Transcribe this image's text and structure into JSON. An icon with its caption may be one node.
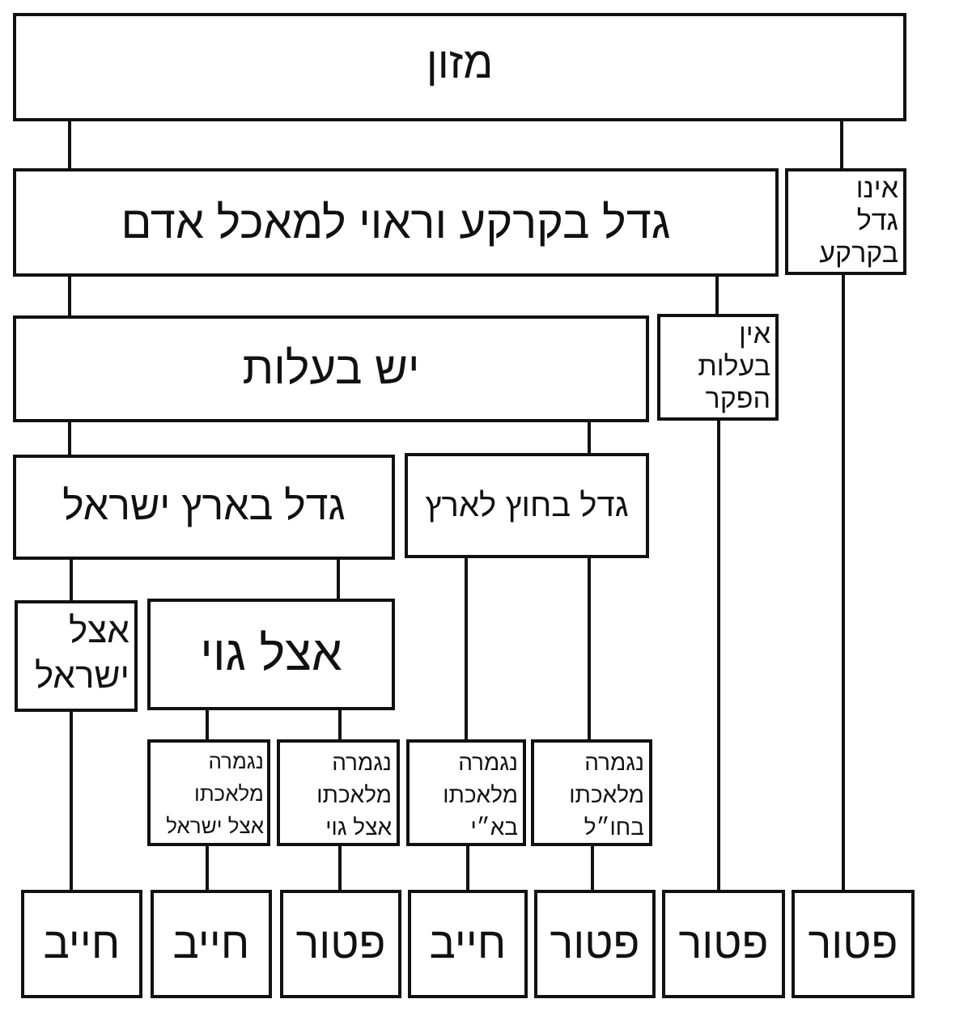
{
  "diagram": {
    "nodes": [
      {
        "text": [
          "מזון"
        ]
      },
      {
        "text": [
          "אינו גדל בקרקע"
        ]
      },
      {
        "text": [
          "גדל בקרקע וראוי למאכל אדם"
        ]
      },
      {
        "text": [
          "אין בעלות הפקר"
        ]
      },
      {
        "text": [
          "יש בעלות"
        ]
      },
      {
        "text": [
          "גדל בחוץ לארץ"
        ]
      },
      {
        "text": [
          "גדל בארץ ישראל"
        ]
      },
      {
        "text": [
          "אצל גוי"
        ]
      },
      {
        "text": [
          "אצל ישראל"
        ]
      },
      {
        "text": [
          "נגמרה מלאכתו בחו״ל"
        ]
      },
      {
        "text": [
          "נגמרה מלאכתו בא״י"
        ]
      },
      {
        "text": [
          "נגמרה מלאכתו אצל גוי"
        ]
      },
      {
        "text": [
          "נגמרה מלאכתו אצל ישראל"
        ]
      },
      {
        "text": [
          "פטור"
        ]
      },
      {
        "text": [
          "פטור"
        ]
      },
      {
        "text": [
          "פטור"
        ]
      },
      {
        "text": [
          "חייב"
        ]
      },
      {
        "text": [
          "פטור"
        ]
      },
      {
        "text": [
          "חייב"
        ]
      },
      {
        "text": [
          "חייב"
        ]
      }
    ],
    "edges": [
      {
        "from": 0,
        "to": 2,
        "arrow": "none"
      },
      {
        "from": 0,
        "to": 1,
        "arrow": "none"
      },
      {
        "from": 2,
        "to": 4,
        "arrow": "none"
      },
      {
        "from": 2,
        "to": 3,
        "arrow": "none"
      },
      {
        "from": 1,
        "to": 13,
        "arrow": "none"
      },
      {
        "from": 4,
        "to": 6,
        "arrow": "none"
      },
      {
        "from": 4,
        "to": 5,
        "arrow": "none"
      },
      {
        "from": 3,
        "to": 14,
        "arrow": "none"
      },
      {
        "from": 6,
        "to": 8,
        "arrow": "none"
      },
      {
        "from": 6,
        "to": 7,
        "arrow": "none"
      },
      {
        "from": 5,
        "to": 10,
        "arrow": "none"
      },
      {
        "from": 5,
        "to": 9,
        "arrow": "none"
      },
      {
        "from": 8,
        "to": 19,
        "arrow": "none"
      },
      {
        "from": 7,
        "to": 12,
        "arrow": "none"
      },
      {
        "from": 7,
        "to": 11,
        "arrow": "none"
      },
      {
        "from": 12,
        "to": 18,
        "arrow": "none"
      },
      {
        "from": 11,
        "to": 17,
        "arrow": "none"
      },
      {
        "from": 10,
        "to": 16,
        "arrow": "none"
      },
      {
        "from": 9,
        "to": 15,
        "arrow": "none"
      }
    ]
  }
}
